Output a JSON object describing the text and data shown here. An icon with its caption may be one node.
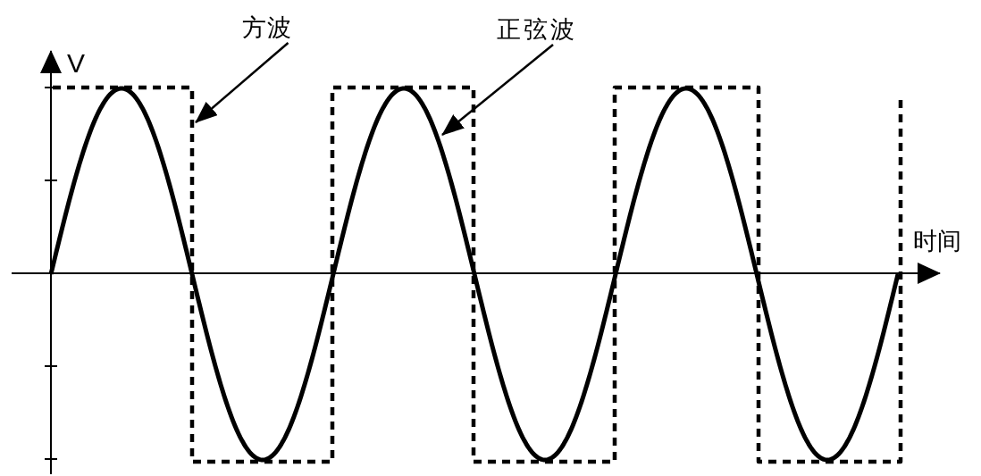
{
  "diagram": {
    "nodes": [
      {
        "text": [
          "方波"
        ]
      },
      {
        "text": [],
        "shape": "wave"
      },
      {
        "text": [
          "正弦波"
        ]
      },
      {
        "text": [],
        "shape": "wave"
      }
    ],
    "edges": [
      {
        "from": 0,
        "to": 1,
        "arrow": "to"
      },
      {
        "from": 2,
        "to": 3,
        "arrow": "to"
      }
    ],
    "labels": [
      "V",
      "时间"
    ]
  }
}
